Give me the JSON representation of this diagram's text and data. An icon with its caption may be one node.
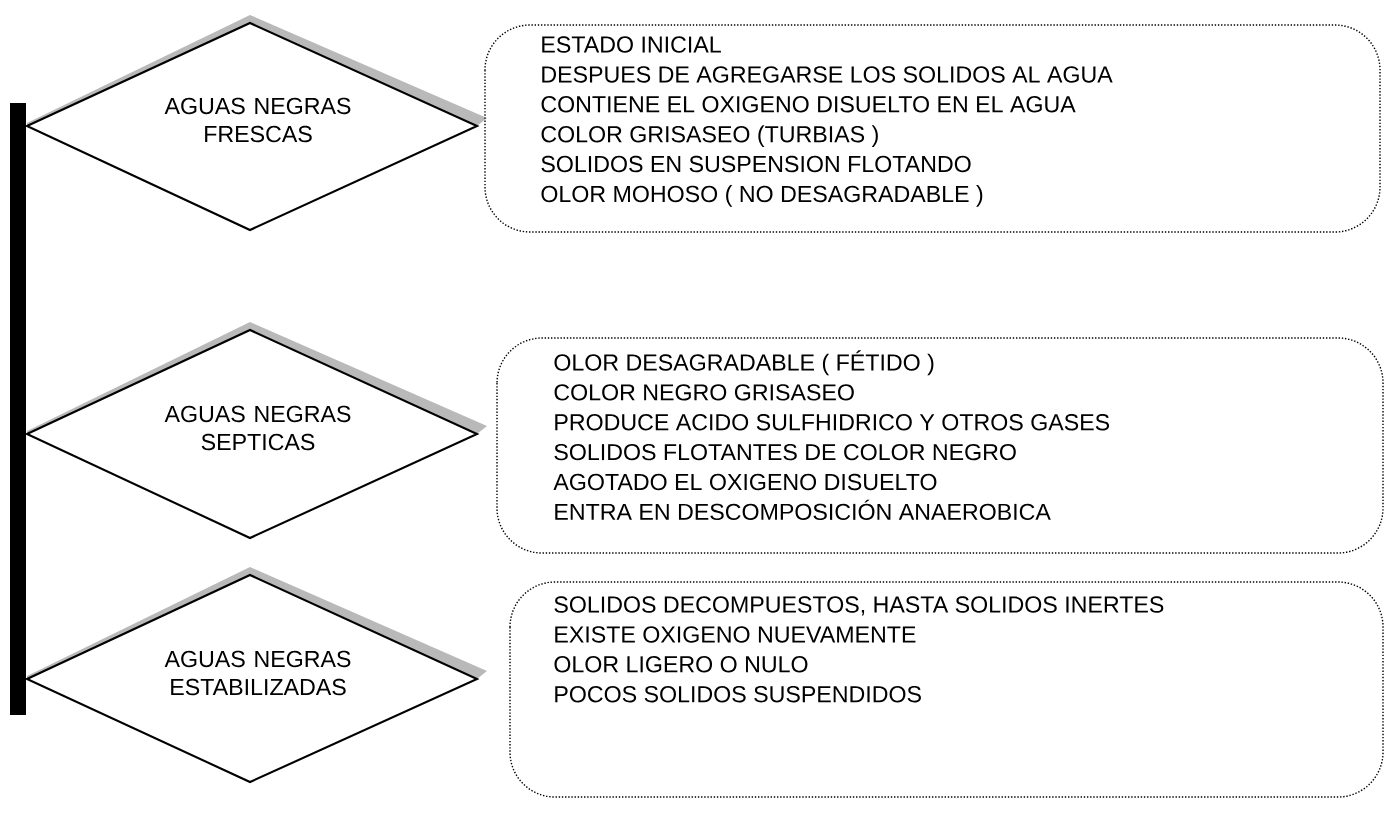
{
  "diagram": {
    "nodes": [
      {
        "text": [],
        "shape": "bar"
      },
      {
        "text": [
          "AGUAS NEGRAS FRESCAS"
        ]
      },
      {
        "text": [
          "ESTADO INICIAL",
          "DESPUES DE AGREGARSE LOS SOLIDOS AL AGUA",
          "CONTIENE EL OXIGENO DISUELTO EN EL AGUA",
          "COLOR GRISASEO (TURBIAS )",
          "SOLIDOS EN SUSPENSION FLOTANDO",
          "OLOR MOHOSO ( NO DESAGRADABLE )"
        ]
      },
      {
        "text": [
          "AGUAS NEGRAS SEPTICAS"
        ]
      },
      {
        "text": [
          "OLOR DESAGRADABLE ( FÉTIDO )",
          "COLOR NEGRO GRISASEO",
          "PRODUCE ACIDO SULFHIDRICO Y OTROS GASES",
          "SOLIDOS FLOTANTES DE COLOR NEGRO",
          "AGOTADO EL OXIGENO DISUELTO",
          "ENTRA EN DESCOMPOSICIÓN ANAEROBICA"
        ]
      },
      {
        "text": [
          "AGUAS NEGRAS ESTABILIZADAS"
        ]
      },
      {
        "text": [
          "SOLIDOS DECOMPUESTOS, HASTA SOLIDOS INERTES",
          "EXISTE OXIGENO NUEVAMENTE",
          "OLOR LIGERO O NULO",
          "POCOS SOLIDOS SUSPENDIDOS"
        ]
      }
    ]
  }
}
